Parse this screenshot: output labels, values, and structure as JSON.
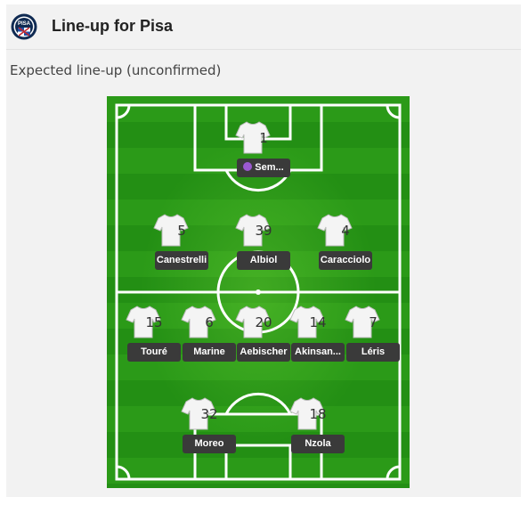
{
  "header": {
    "title": "Line-up for Pisa",
    "logo_text": "PISA",
    "logo_icon": "team-crest-icon"
  },
  "subtitle": "Expected line-up (unconfirmed)",
  "colors": {
    "pitch_green": "#2b9a18",
    "name_bg": "#3a3a3a",
    "goalkeeper_icon": "#9b59d0"
  },
  "lineup": {
    "goalkeeper": [
      {
        "number": "1",
        "name": "Sem..."
      }
    ],
    "defenders": [
      {
        "number": "5",
        "name": "Canestrelli"
      },
      {
        "number": "39",
        "name": "Albiol"
      },
      {
        "number": "4",
        "name": "Caracciolo"
      }
    ],
    "midfielders": [
      {
        "number": "15",
        "name": "Touré"
      },
      {
        "number": "6",
        "name": "Marine"
      },
      {
        "number": "20",
        "name": "Aebischer"
      },
      {
        "number": "14",
        "name": "Akinsan..."
      },
      {
        "number": "7",
        "name": "Léris"
      }
    ],
    "forwards": [
      {
        "number": "32",
        "name": "Moreo"
      },
      {
        "number": "18",
        "name": "Nzola"
      }
    ]
  }
}
